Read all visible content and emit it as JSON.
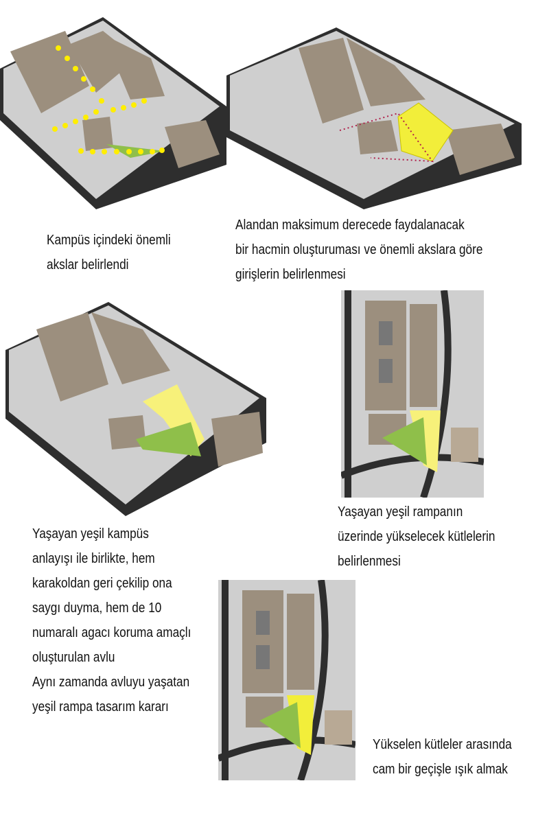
{
  "captions": {
    "step1": [
      "Kampüs içindeki önemli",
      "akslar belirlendi"
    ],
    "step2": [
      "Alandan maksimum derecede faydalanacak",
      "bir hacmin oluşturuması ve önemli akslara göre",
      "girişlerin belirlenmesi"
    ],
    "step3": [
      "Yaşayan yeşil kampüs",
      "anlayışı ile birlikte, hem",
      "karakoldan geri çekilip ona",
      "saygı duyma, hem de 10",
      "numaralı agacı koruma amaçlı",
      "oluşturulan avlu",
      "Aynı zamanda avluyu yaşatan",
      "yeşil rampa tasarım kararı"
    ],
    "step4": [
      "Yaşayan yeşil rampanın",
      "üzerinde yükselecek kütlelerin",
      "belirlenmesi"
    ],
    "step5": [
      "Yükselen kütleler arasında",
      "cam bir geçişle ışık almak"
    ]
  },
  "colors": {
    "building": "#9c8f7e",
    "ground": "#cfcfcf",
    "road": "#2e2e2e",
    "highlight": "#f2ee3a",
    "green": "#8fbf4a",
    "axis": "#ffee00",
    "entry": "#b0204a"
  }
}
